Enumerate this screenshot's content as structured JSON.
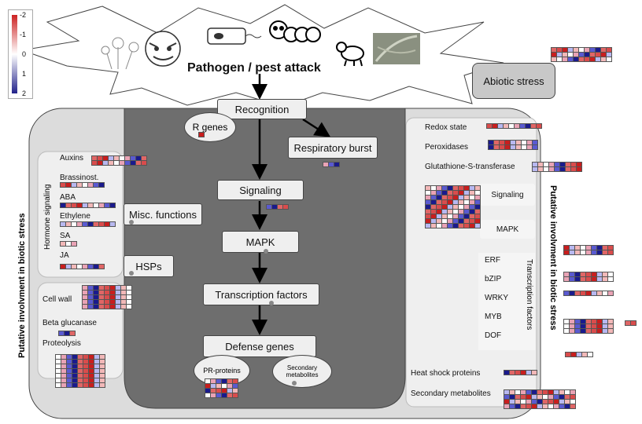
{
  "color_scale": {
    "ticks": [
      "-2",
      "-1",
      "0",
      "1",
      "2"
    ],
    "low_color": "#cc2222",
    "mid_color": "#ffffff",
    "high_color": "#22228a"
  },
  "header": {
    "title": "Pathogen / pest attack"
  },
  "abiotic": {
    "label": "Abiotic stress"
  },
  "pathway": {
    "recognition": "Recognition",
    "r_genes": "R genes",
    "respiratory_burst": "Respiratory burst",
    "signaling": "Signaling",
    "misc_functions": "Misc. functions",
    "mapk": "MAPK",
    "hsps": "HSPs",
    "transcription_factors": "Transcription factors",
    "defense_genes": "Defense genes",
    "pr_proteins": "PR-proteins",
    "secondary_metabolites_oval": "Secondary metabolites"
  },
  "hormone": {
    "title": "Hormone signaling",
    "items": [
      "Auxins",
      "Brassinost.",
      "ABA",
      "Ethylene",
      "SA",
      "JA"
    ]
  },
  "left_items": [
    "Cell wall",
    "Beta glucanase",
    "Proteolysis"
  ],
  "side_label": "Putative involvment in biotic stress",
  "right": {
    "redox": "Redox state",
    "peroxidases": "Peroxidases",
    "gst": "Glutathione-S-transferase",
    "signaling": "Signaling",
    "mapk": "MAPK",
    "tf_title": "Transcription factors",
    "tf_items": [
      "ERF",
      "bZIP",
      "WRKY",
      "MYB",
      "DOF"
    ],
    "heat_shock": "Heat shock proteins",
    "secondary": "Secondary metabolites"
  },
  "icons": [
    "virus-icon",
    "bacterium-icon",
    "caterpillar-icon",
    "aphid-icon",
    "nematode-photo-icon",
    "fungus-sketch-icon"
  ]
}
